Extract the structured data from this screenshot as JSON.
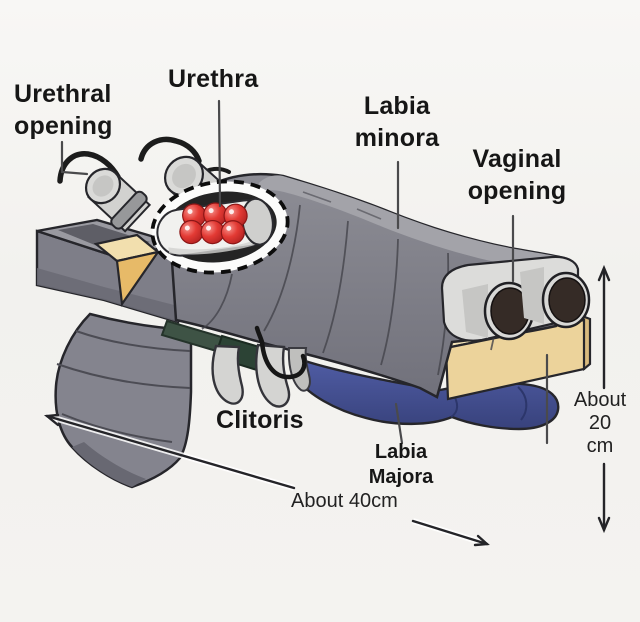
{
  "labels": {
    "urethral_opening": "Urethral\nopening",
    "urethra": "Urethra",
    "labia_minora": "Labia\nminora",
    "vaginal_opening": "Vaginal\nopening",
    "clitoris": "Clitoris",
    "labia_majora": "Labia\nMajora",
    "length_dimension": "About 40cm",
    "height_dimension": "About\n20\ncm"
  },
  "colors": {
    "background": "#f3f2ef",
    "label_text": "#161616",
    "outline": "#26262b",
    "body_gray": "#84848e",
    "body_top_gray": "#a3a3a9",
    "front_block_tan": "#ecd39b",
    "wedge_orange": "#e7ba68",
    "roll_blue": "#4a5596",
    "guard_green": "#3e5345",
    "trigger_gray": "#d4d4d2",
    "ball_red": "#e33a34",
    "leader_line": "#4a4a4c"
  }
}
